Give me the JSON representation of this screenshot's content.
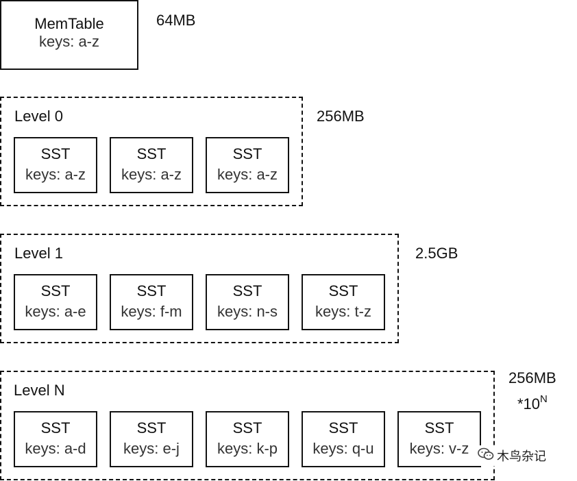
{
  "memtable": {
    "title": "MemTable",
    "keys": "keys: a-z",
    "size": "64MB"
  },
  "levels": [
    {
      "label": "Level 0",
      "size": "256MB",
      "ssts": [
        {
          "title": "SST",
          "keys": "keys: a-z"
        },
        {
          "title": "SST",
          "keys": "keys: a-z"
        },
        {
          "title": "SST",
          "keys": "keys: a-z"
        }
      ]
    },
    {
      "label": "Level 1",
      "size": "2.5GB",
      "ssts": [
        {
          "title": "SST",
          "keys": "keys: a-e"
        },
        {
          "title": "SST",
          "keys": "keys: f-m"
        },
        {
          "title": "SST",
          "keys": "keys: n-s"
        },
        {
          "title": "SST",
          "keys": "keys: t-z"
        }
      ]
    },
    {
      "label": "Level N",
      "size": "256MB",
      "size_line2": "*10",
      "size_sup": "N",
      "ssts": [
        {
          "title": "SST",
          "keys": "keys: a-d"
        },
        {
          "title": "SST",
          "keys": "keys: e-j"
        },
        {
          "title": "SST",
          "keys": "keys: k-p"
        },
        {
          "title": "SST",
          "keys": "keys: q-u"
        },
        {
          "title": "SST",
          "keys": "keys: v-z"
        }
      ]
    }
  ],
  "watermark": {
    "text": "木鸟杂记",
    "icon": "wechat-icon"
  }
}
